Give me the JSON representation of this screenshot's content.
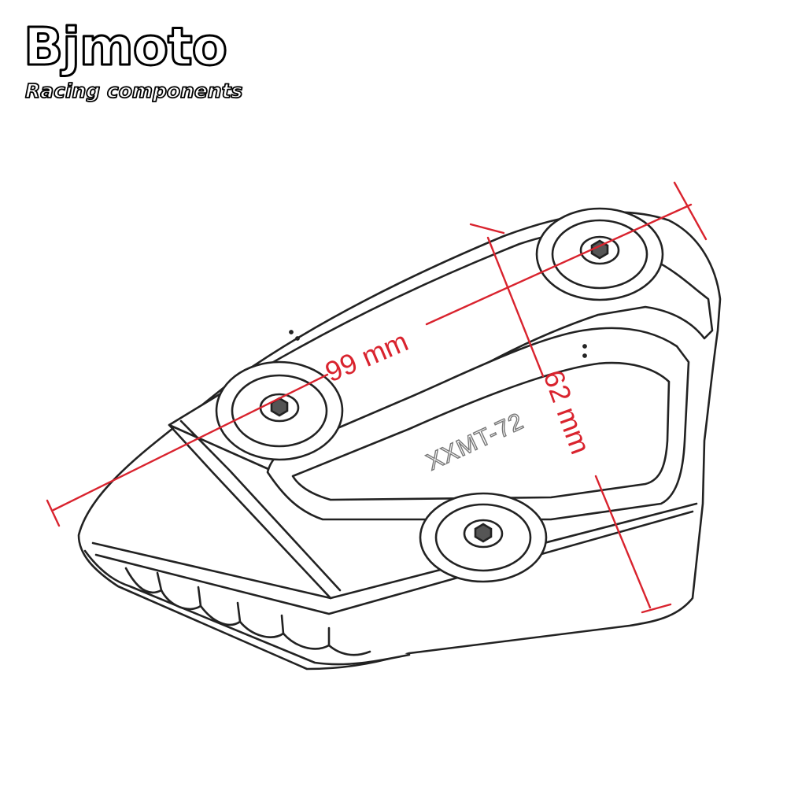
{
  "brand": {
    "name": "Bjmoto",
    "tagline": "Racing components"
  },
  "product": {
    "engraving": "XXMT-72"
  },
  "dimensions": {
    "length_label": "99 mm",
    "width_label": "62 mm"
  },
  "colors": {
    "dimension": "#d9232e",
    "outline": "#222222",
    "background": "#ffffff"
  }
}
